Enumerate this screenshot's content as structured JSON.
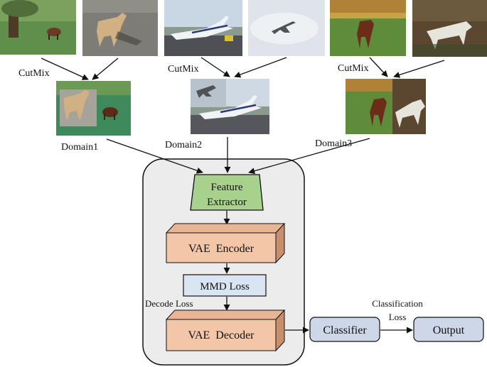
{
  "source_images": [
    {
      "id": "img-dog-lawn",
      "caption": "dog on lawn with tree"
    },
    {
      "id": "img-dog-road",
      "caption": "dog on road"
    },
    {
      "id": "img-jet-runway",
      "caption": "business jet on runway"
    },
    {
      "id": "img-jet-sky",
      "caption": "jet in sky"
    },
    {
      "id": "img-cow-field",
      "caption": "cow in field"
    },
    {
      "id": "img-horse-forest",
      "caption": "white horse in forest"
    }
  ],
  "cutmix_label": "CutMix",
  "domains": [
    "Domain1",
    "Domain2",
    "Domain3"
  ],
  "feature_extractor": {
    "line1": "Feature",
    "line2": "Extractor"
  },
  "vae_encoder": "VAE  Encoder",
  "mmd_loss": "MMD Loss",
  "decode_loss": "Decode Loss",
  "vae_decoder": "VAE  Decoder",
  "classifier": "Classifier",
  "classification_loss": {
    "line1": "Classification",
    "line2": "Loss"
  },
  "output": "Output",
  "colors": {
    "feature_extractor_fill": "#a9d18e",
    "vae_fill": "#f4c6a8",
    "vae_side": "#c98f6c",
    "loss_fill": "#d9e5f3",
    "classifier_fill": "#cdd7e8",
    "container_fill": "#ececec"
  }
}
